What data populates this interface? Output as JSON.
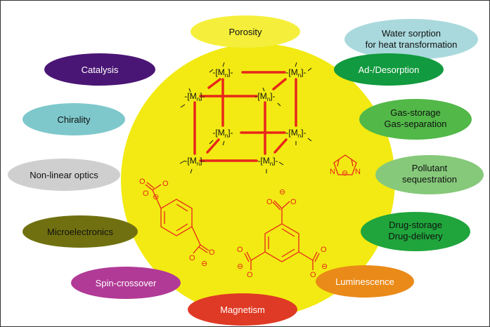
{
  "colors": {
    "sphere": "#f2ea12",
    "bond": "#e8261b",
    "molecule": "#e8261b",
    "text_dark": "#111111",
    "text_light": "#ffffff"
  },
  "applications": [
    {
      "label": "Porosity",
      "fill": "#f5ef3b",
      "text": "#111111"
    },
    {
      "label": "Water sorption",
      "label2": "for heat transformation",
      "fill": "#a9d9dd",
      "text": "#111111"
    },
    {
      "label": "Catalysis",
      "fill": "#4a1675",
      "text": "#ffffff"
    },
    {
      "label": "Ad-/Desorption",
      "fill": "#119a3f",
      "text": "#ffffff"
    },
    {
      "label": "Chirality",
      "fill": "#7ec8cc",
      "text": "#111111"
    },
    {
      "label": "Gas-storage",
      "label2": "Gas-separation",
      "fill": "#52b848",
      "text": "#111111"
    },
    {
      "label": "Non-linear optics",
      "fill": "#cfcfcf",
      "text": "#111111"
    },
    {
      "label": "Pollutant",
      "label2": "sequestration",
      "fill": "#86c97a",
      "text": "#111111"
    },
    {
      "label": "Microelectronics",
      "fill": "#707010",
      "text": "#111111"
    },
    {
      "label": "Drug-storage",
      "label2": "Drug-delivery",
      "fill": "#1fa53c",
      "text": "#111111"
    },
    {
      "label": "Spin-crossover",
      "fill": "#b13a96",
      "text": "#ffffff"
    },
    {
      "label": "Luminescence",
      "fill": "#ea8a18",
      "text": "#ffffff"
    },
    {
      "label": "Magnetism",
      "fill": "#df3a25",
      "text": "#ffffff"
    }
  ],
  "cube": {
    "node_label": "M",
    "subscript": "n"
  },
  "molecules": {
    "atom_O": "O",
    "atom_N": "N",
    "charge": "⊖"
  }
}
